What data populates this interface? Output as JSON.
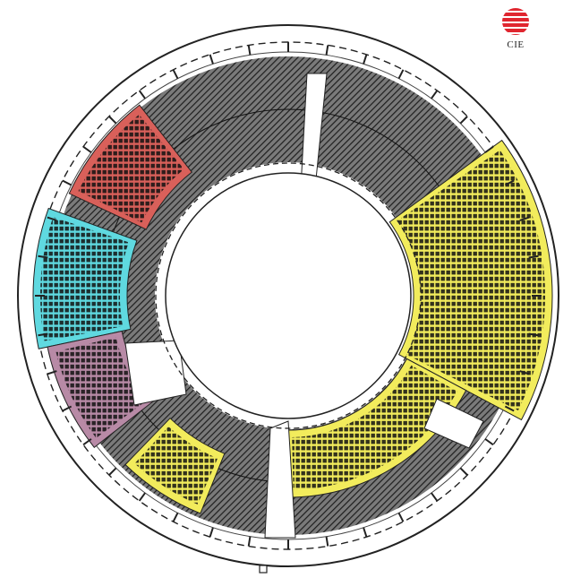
{
  "logo": {
    "text": "CIE",
    "icon": "striped-globe-logo"
  },
  "colors": {
    "background": "#ffffff",
    "seating_dark": "#2a2a2a",
    "hatch": "#555555",
    "highlight_red": "#d9605a",
    "highlight_cyan": "#5fd9e0",
    "highlight_mauve": "#b88aa6",
    "highlight_yellow": "#f2ec5c",
    "logo_red": "#e0262f"
  },
  "highlighted_sections": [
    {
      "name": "red-section",
      "color": "#d9605a"
    },
    {
      "name": "cyan-section",
      "color": "#5fd9e0"
    },
    {
      "name": "mauve-section",
      "color": "#b88aa6"
    },
    {
      "name": "yellow-section-east",
      "color": "#f2ec5c"
    },
    {
      "name": "yellow-section-south",
      "color": "#f2ec5c"
    },
    {
      "name": "yellow-section-southwest",
      "color": "#f2ec5c"
    }
  ]
}
